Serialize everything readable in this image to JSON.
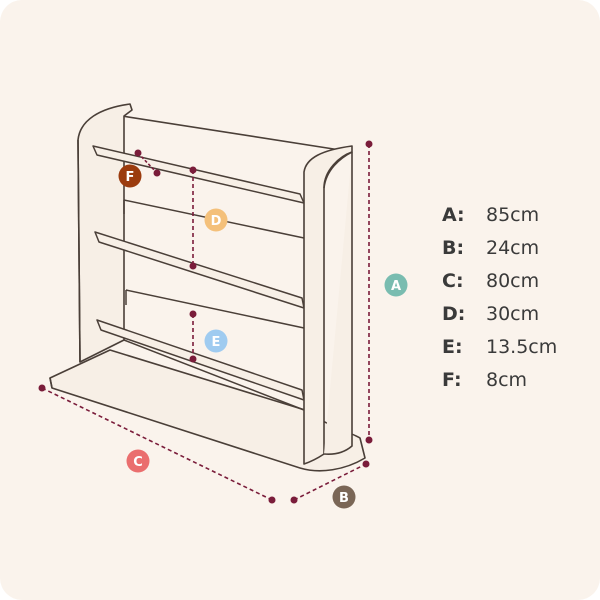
{
  "colors": {
    "background": "#faf3ec",
    "furniture_fill": "#f7efe6",
    "outline": "#4a3f38",
    "dimension_line": "#7a1c3a",
    "badge_A": "#79bcb0",
    "badge_B": "#7a6656",
    "badge_C": "#ea6e6e",
    "badge_D": "#f4c07a",
    "badge_E": "#9fcbf0",
    "badge_F": "#9b3b0e"
  },
  "badges": {
    "A": "A",
    "B": "B",
    "C": "C",
    "D": "D",
    "E": "E",
    "F": "F"
  },
  "legend": [
    {
      "letter": "A:",
      "value": "85cm"
    },
    {
      "letter": "B:",
      "value": "24cm"
    },
    {
      "letter": "C:",
      "value": "80cm"
    },
    {
      "letter": "D:",
      "value": "30cm"
    },
    {
      "letter": "E:",
      "value": "13.5cm"
    },
    {
      "letter": "F:",
      "value": "8cm"
    }
  ]
}
